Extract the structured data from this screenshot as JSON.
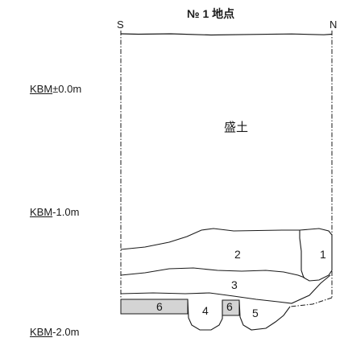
{
  "title": "№ 1 地点",
  "sides": {
    "south": "S",
    "north": "N"
  },
  "levels": [
    {
      "prefix": "KBM",
      "suffix": "±0.0m"
    },
    {
      "prefix": "KBM",
      "suffix": "-1.0m"
    },
    {
      "prefix": "KBM",
      "suffix": "-2.0m"
    }
  ],
  "fill_label": "盛土",
  "layers": [
    "1",
    "2",
    "3",
    "4",
    "5",
    "6",
    "6"
  ],
  "colors": {
    "line": "#1a1a1a",
    "hatched_layer": "#d4d4d4"
  }
}
